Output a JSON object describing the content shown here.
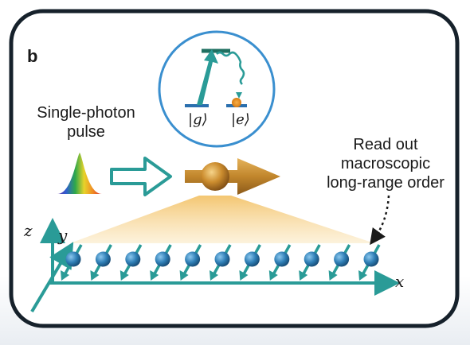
{
  "panel": {
    "letter": "b"
  },
  "source": {
    "label_line1": "Single-photon",
    "label_line2": "pulse"
  },
  "inset": {
    "ground_state": "|g⟩",
    "excited_state": "|e⟩"
  },
  "readout": {
    "line1": "Read out",
    "line2": "macroscopic",
    "line3": "long-range order"
  },
  "axes": {
    "x": "x",
    "y": "y",
    "z": "z"
  },
  "spin_chain": {
    "count": 11
  },
  "colors": {
    "frame_border": "#16212b",
    "teal": "#2a9b97",
    "spin_blue": "#2f7fb6",
    "gold": "#c98a2a",
    "inset_circle": "#3a8fcf"
  }
}
